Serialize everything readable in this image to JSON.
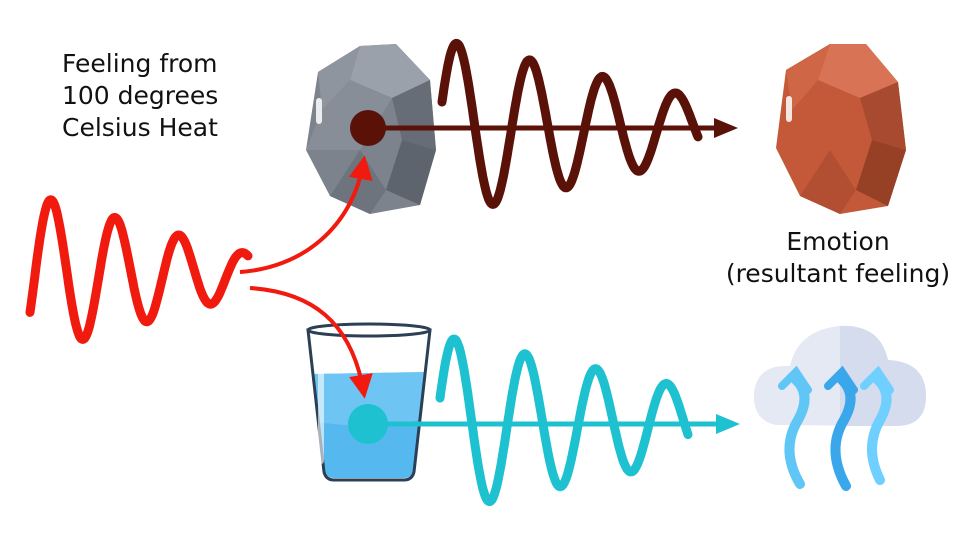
{
  "heat_label": {
    "line1": "Feeling from",
    "line2": "100 degrees",
    "line3": "Celsius Heat"
  },
  "emotion_label": {
    "line1": "Emotion",
    "line2": "(resultant feeling)"
  },
  "colors": {
    "heat_wave": "#f01a0f",
    "rock_wave": "#5a1208",
    "water_wave": "#1dc1cf",
    "rock_gray": "#7c838c",
    "rock_red": "#c4593a",
    "glass_water": "#55b9f0",
    "cloud": "#e4e9f4",
    "steam": "#5fc6f5"
  },
  "icons": [
    "rock-icon",
    "red-rock-icon",
    "glass-of-water-icon",
    "steam-cloud-icon"
  ]
}
